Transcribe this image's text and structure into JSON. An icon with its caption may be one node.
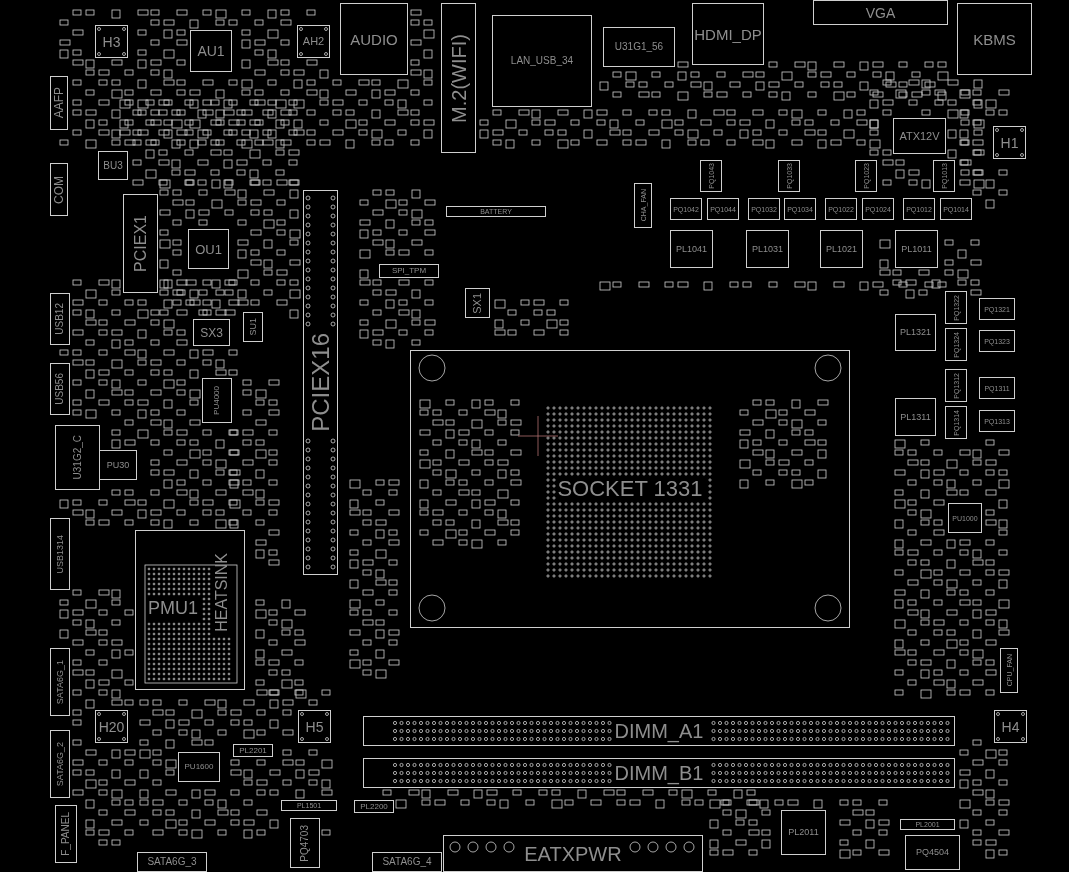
{
  "diagram": {
    "nodes": [
      {
        "text": [
          "H3"
        ]
      },
      {
        "text": [
          "AU1"
        ]
      },
      {
        "text": [
          "AH2"
        ]
      },
      {
        "text": [
          "AUDIO"
        ]
      },
      {
        "text": [
          "M.2(WIFI)"
        ]
      },
      {
        "text": [
          "LAN_USB_34"
        ]
      },
      {
        "text": [
          "U31G1_56"
        ]
      },
      {
        "text": [
          "HDMI_DP"
        ]
      },
      {
        "text": [
          "VGA"
        ]
      },
      {
        "text": [
          "KBMS"
        ]
      },
      {
        "text": [
          "ATX12V"
        ]
      },
      {
        "text": [
          "H1"
        ]
      },
      {
        "text": [
          "PQ1043"
        ]
      },
      {
        "text": [
          "PQ1033"
        ]
      },
      {
        "text": [
          "PQ1023"
        ]
      },
      {
        "text": [
          "PQ1013"
        ]
      },
      {
        "text": [
          "PQ1042"
        ]
      },
      {
        "text": [
          "PQ1044"
        ]
      },
      {
        "text": [
          "PQ1032"
        ]
      },
      {
        "text": [
          "PQ1034"
        ]
      },
      {
        "text": [
          "PQ1022"
        ]
      },
      {
        "text": [
          "PQ1024"
        ]
      },
      {
        "text": [
          "PQ1012"
        ]
      },
      {
        "text": [
          "PQ1014"
        ]
      },
      {
        "text": [
          "PL1041"
        ]
      },
      {
        "text": [
          "PL1031"
        ]
      },
      {
        "text": [
          "PL1021"
        ]
      },
      {
        "text": [
          "PL1011"
        ]
      },
      {
        "text": [
          "CHA_FAN"
        ]
      },
      {
        "text": [
          "BATTERY"
        ]
      },
      {
        "text": [
          "AAFP"
        ]
      },
      {
        "text": [
          "BU3"
        ]
      },
      {
        "text": [
          "COM"
        ]
      },
      {
        "text": [
          "PCIEX1"
        ]
      },
      {
        "text": [
          "OU1"
        ]
      },
      {
        "text": [
          "SPI_TPM"
        ]
      },
      {
        "text": [
          "SX1"
        ]
      },
      {
        "text": [
          "SX3"
        ]
      },
      {
        "text": [
          "SU1"
        ]
      },
      {
        "text": [
          "USB12"
        ]
      },
      {
        "text": [
          "USB56"
        ]
      },
      {
        "text": [
          "PU4000"
        ]
      },
      {
        "text": [
          "U31G2_C"
        ]
      },
      {
        "text": [
          "PU30"
        ]
      },
      {
        "text": [
          "PCIEX16"
        ]
      },
      {
        "text": [
          "SOCKET 1331"
        ]
      },
      {
        "text": [
          "PMU1",
          "HEATSINK"
        ]
      },
      {
        "text": [
          "USB1314"
        ]
      },
      {
        "text": [
          "SATA6G_1"
        ]
      },
      {
        "text": [
          "SATA6G_2"
        ]
      },
      {
        "text": [
          "F_PANEL"
        ]
      },
      {
        "text": [
          "H20"
        ]
      },
      {
        "text": [
          "H5"
        ]
      },
      {
        "text": [
          "PU1600"
        ]
      },
      {
        "text": [
          "PL2201"
        ]
      },
      {
        "text": [
          "PL1501"
        ]
      },
      {
        "text": [
          "PL2200"
        ]
      },
      {
        "text": [
          "PQ4703"
        ]
      },
      {
        "text": [
          "SATA6G_3"
        ]
      },
      {
        "text": [
          "SATA6G_4"
        ]
      },
      {
        "text": [
          "EATXPWR"
        ]
      },
      {
        "text": [
          "DIMM_A1"
        ]
      },
      {
        "text": [
          "DIMM_B1"
        ]
      },
      {
        "text": [
          "H4"
        ]
      },
      {
        "text": [
          "PL2011"
        ]
      },
      {
        "text": [
          "PL2001"
        ]
      },
      {
        "text": [
          "PQ4504"
        ]
      },
      {
        "text": [
          "CPU_FAN"
        ]
      },
      {
        "text": [
          "PQ1322"
        ]
      },
      {
        "text": [
          "PQ1321"
        ]
      },
      {
        "text": [
          "PL1321"
        ]
      },
      {
        "text": [
          "PQ1324"
        ]
      },
      {
        "text": [
          "PQ1323"
        ]
      },
      {
        "text": [
          "PQ1312"
        ]
      },
      {
        "text": [
          "PQ1311"
        ]
      },
      {
        "text": [
          "PL1311"
        ]
      },
      {
        "text": [
          "PQ1314"
        ]
      },
      {
        "text": [
          "PQ1313"
        ]
      },
      {
        "text": [
          "PU1000"
        ]
      }
    ]
  }
}
